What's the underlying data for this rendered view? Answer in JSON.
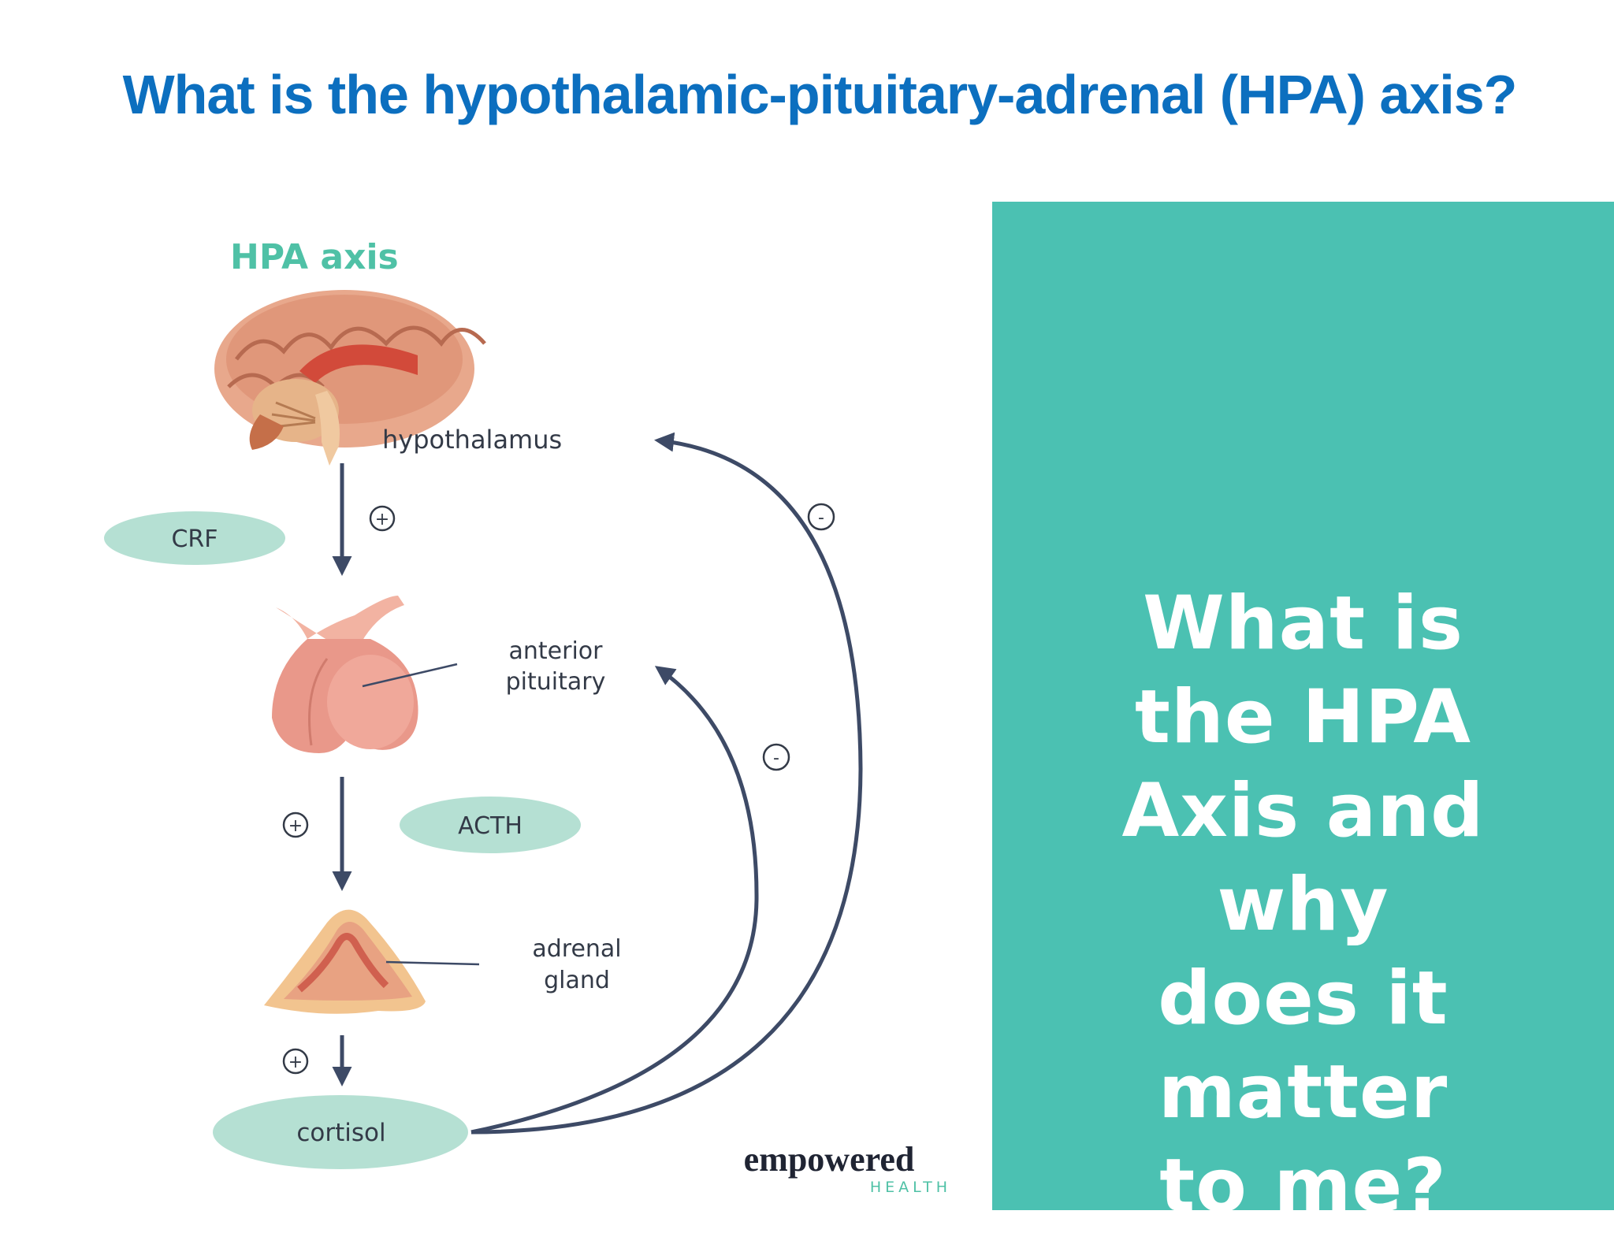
{
  "slide": {
    "title": "What is the hypothalamic-pituitary-adrenal (HPA) axis?",
    "panel_lines": [
      "What is",
      "the HPA",
      "Axis and",
      "why",
      "does it",
      "matter",
      "to me?"
    ]
  },
  "diagram": {
    "heading": "HPA axis",
    "labels": {
      "hypothalamus": "hypothalamus",
      "crf": "CRF",
      "anterior": "anterior",
      "pituitary": "pituitary",
      "acth": "ACTH",
      "adrenal": "adrenal",
      "gland": "gland",
      "cortisol": "cortisol"
    },
    "signs": {
      "plus": "+",
      "minus": "-"
    },
    "brand": {
      "name": "empowered",
      "sub": "HEALTH"
    }
  },
  "colors": {
    "title": "#0c6fbf",
    "panel": "#4bc1b2",
    "heading": "#4fc1a6",
    "pill": "#b5e0d3",
    "arrow": "#3d4a66",
    "organ": "#e8a18b"
  },
  "icons": [
    "brain-icon",
    "pituitary-gland-icon",
    "adrenal-gland-icon"
  ]
}
